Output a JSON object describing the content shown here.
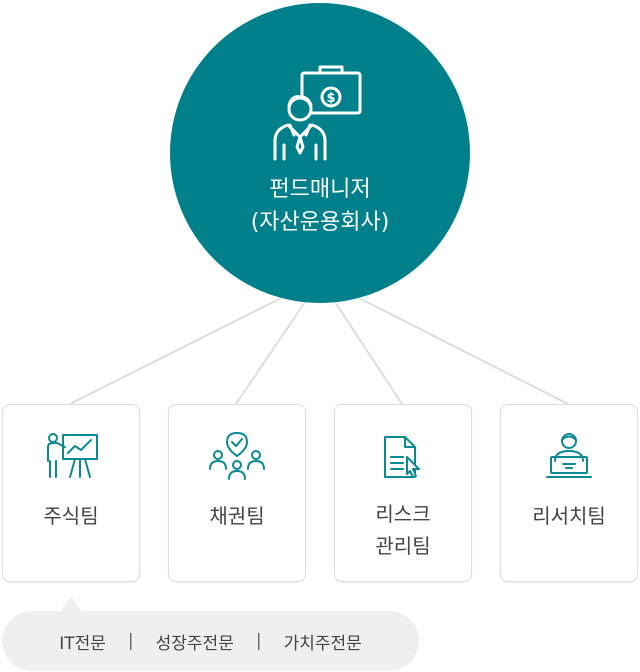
{
  "hub": {
    "title_line1": "펀드매니저",
    "title_line2": "(자산운용회사)",
    "icon": "fund-manager-icon"
  },
  "teams": [
    {
      "lines": [
        "주식팀"
      ],
      "icon": "presentation-chart-icon"
    },
    {
      "lines": [
        "채권팀"
      ],
      "icon": "team-check-icon"
    },
    {
      "lines": [
        "리스크",
        "관리팀"
      ],
      "icon": "document-cursor-icon"
    },
    {
      "lines": [
        "리서치팀"
      ],
      "icon": "researcher-laptop-icon"
    }
  ],
  "bubble": {
    "items": [
      "IT전문",
      "성장주전문",
      "가치주전문"
    ],
    "separator": "|"
  },
  "colors": {
    "hub": "#00808a",
    "icon": "#0b8a93",
    "line": "#dddddd",
    "bubble": "#efefef"
  }
}
